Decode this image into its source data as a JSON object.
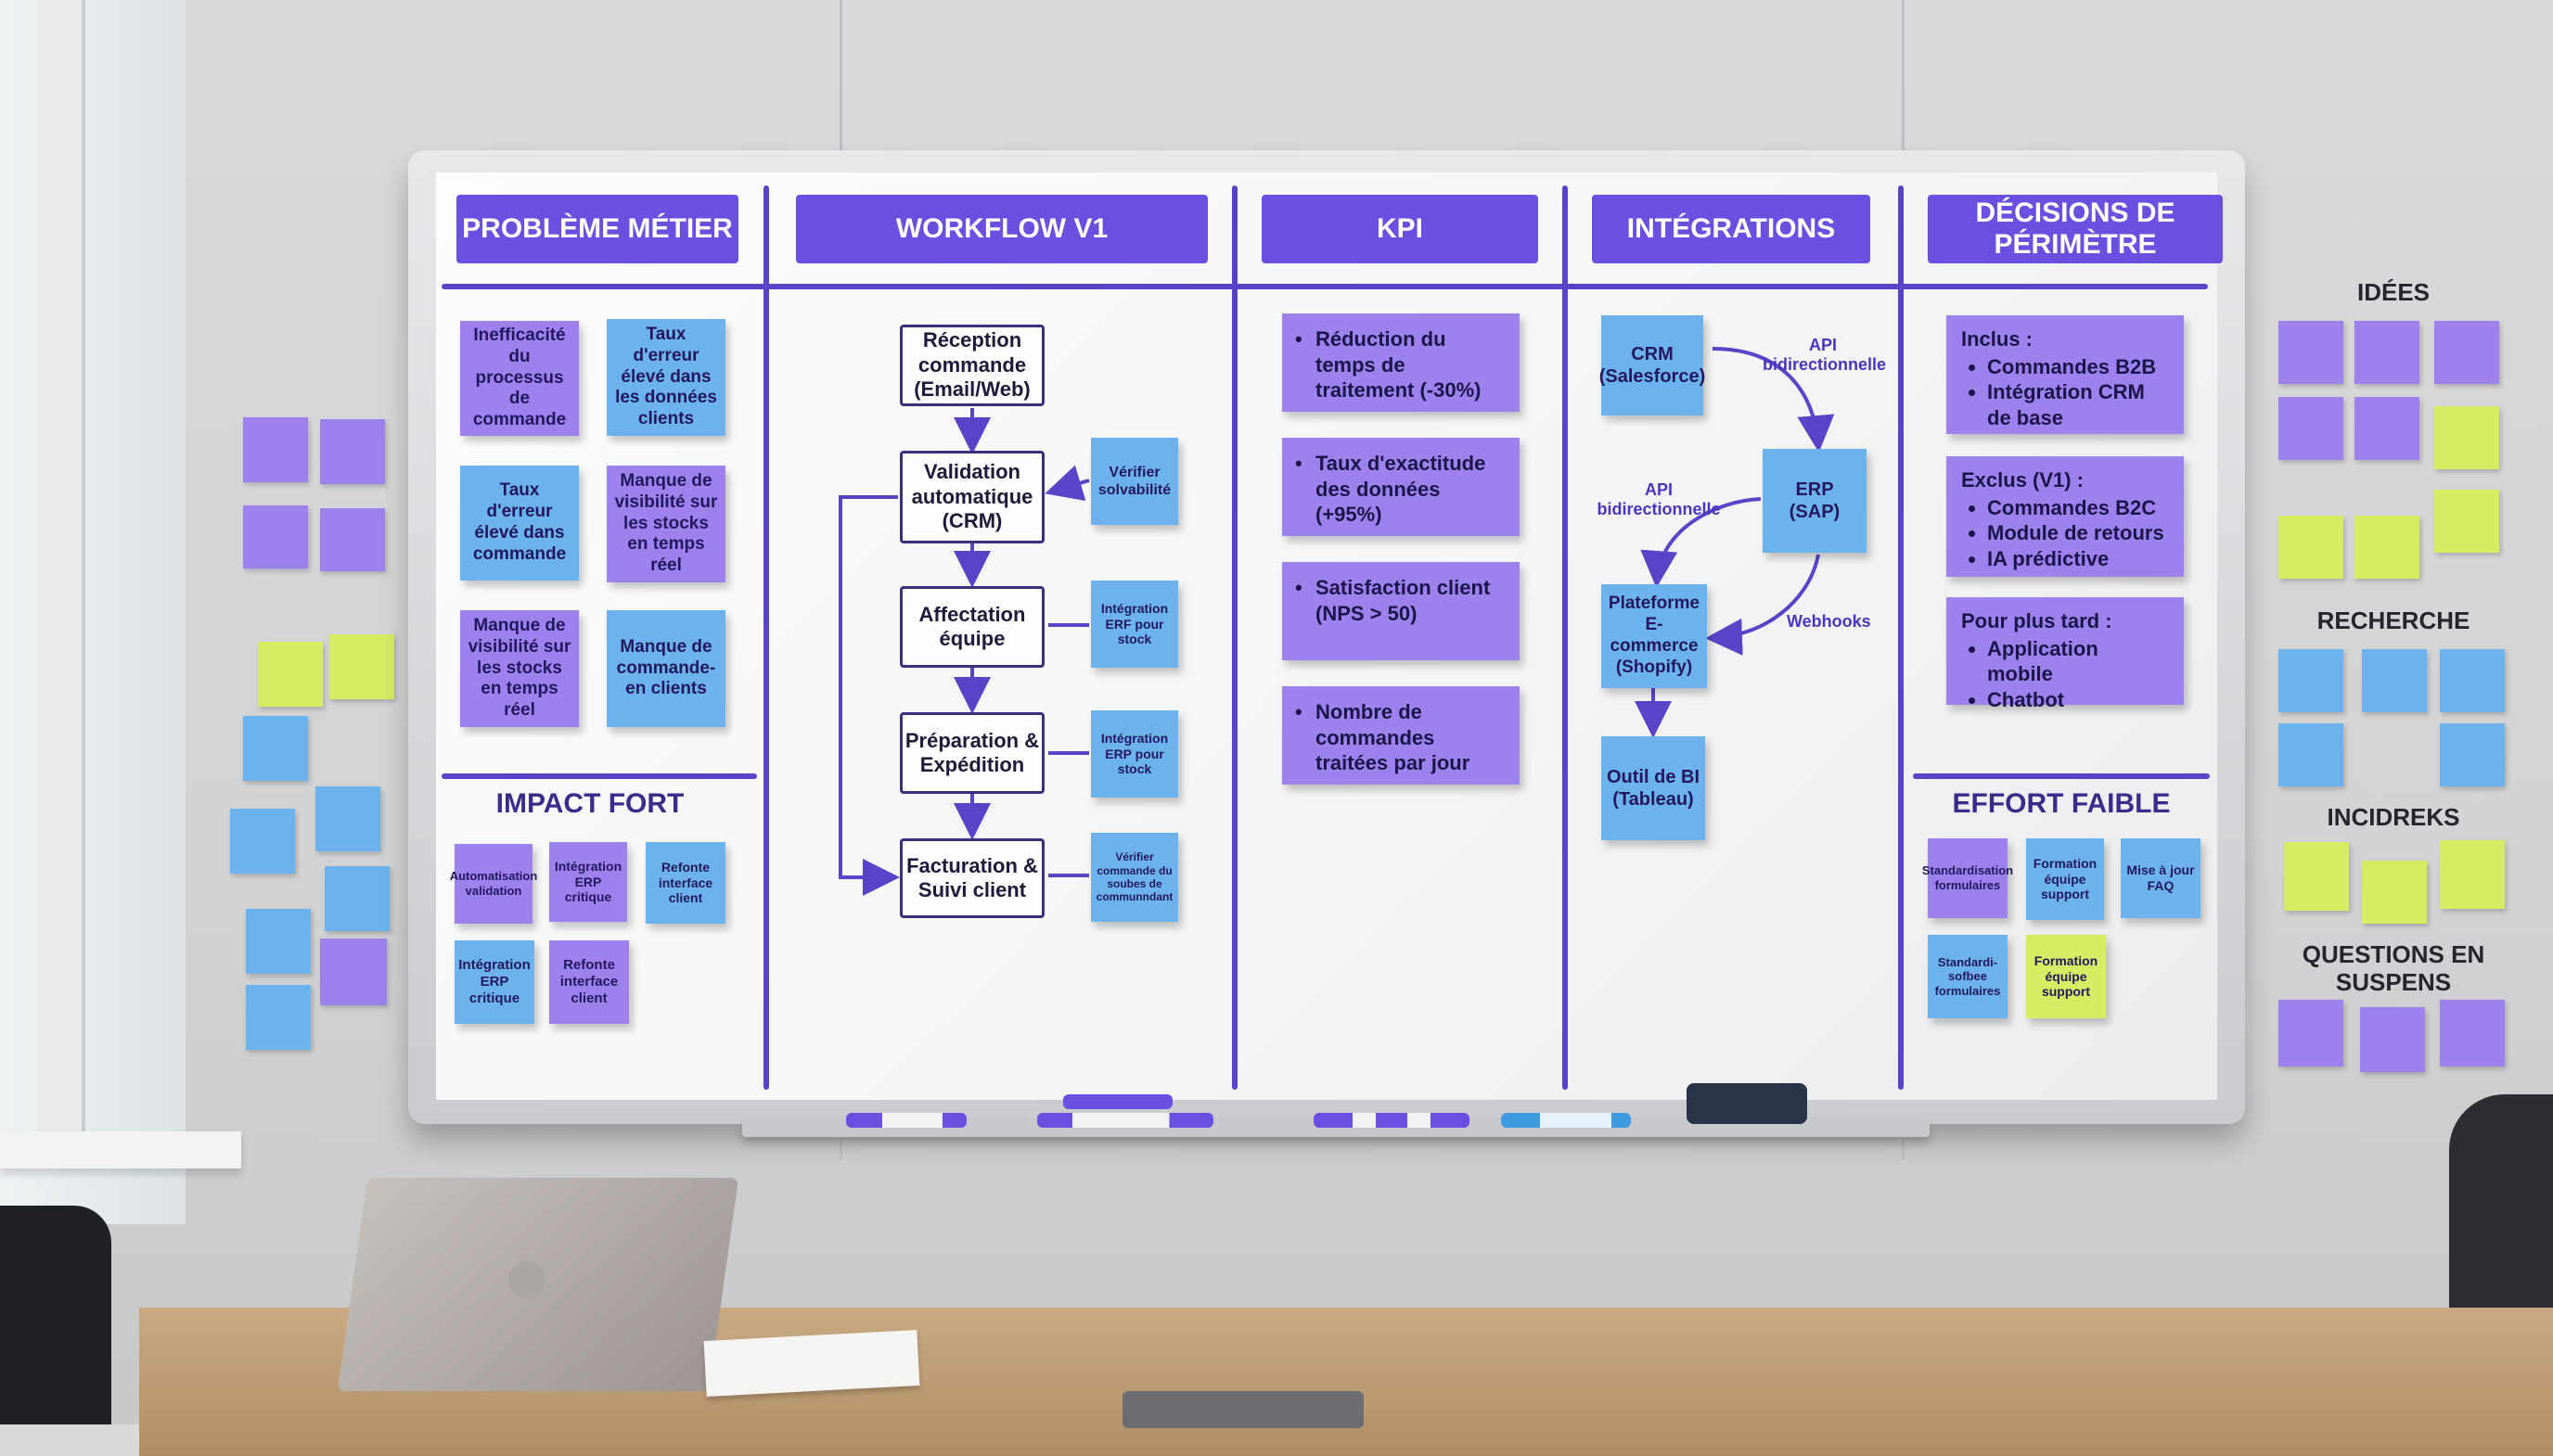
{
  "columns": {
    "probleme": "PROBLÈME MÉTIER",
    "workflow": "WORKFLOW V1",
    "kpi": "KPI",
    "integrations": "INTÉGRATIONS",
    "decisions": "DÉCISIONS DE PÉRIMÈTRE"
  },
  "probleme_notes": [
    "Inefficacité du processus de commande",
    "Taux d'erreur élevé dans les données clients",
    "Taux d'erreur élevé dans commande",
    "Manque de visibilité sur les stocks en temps réel",
    "Manque de visibilité sur les stocks en temps réel",
    "Manque de commande-en clients"
  ],
  "impact": {
    "title": "IMPACT FORT",
    "notes": [
      "Automatisation validation",
      "Intégration ERP critique",
      "Refonte interface client",
      "Intégration ERP critique",
      "Refonte interface client"
    ]
  },
  "workflow_steps": [
    "Réception commande (Email/Web)",
    "Validation automatique (CRM)",
    "Affectation équipe",
    "Préparation & Expédition",
    "Facturation & Suivi client"
  ],
  "workflow_notes": [
    "Vérifier solvabilité",
    "Intégration ERF pour stock",
    "Intégration ERP pour stock",
    "Vérifier commande du soubes de communndant"
  ],
  "kpis": [
    "Réduction du temps de traitement (-30%)",
    "Taux d'exactitude des données (+95%)",
    "Satisfaction client (NPS > 50)",
    "Nombre de commandes traitées par jour"
  ],
  "integrations": {
    "crm": "CRM (Salesforce)",
    "erp": "ERP (SAP)",
    "ecommerce": "Plateforme E-commerce (Shopify)",
    "bi": "Outil de BI (Tableau)",
    "label_api_1": "API bidirectionnelle",
    "label_api_2": "API bidirectionnelle",
    "label_webhooks": "Webhooks"
  },
  "decisions": {
    "inclus_title": "Inclus :",
    "inclus": [
      "Commandes B2B",
      "Intégration CRM de base"
    ],
    "exclus_title": "Exclus (V1) :",
    "exclus": [
      "Commandes B2C",
      "Module de retours",
      "IA prédictive"
    ],
    "later_title": "Pour plus tard :",
    "later": [
      "Application mobile",
      "Chatbot"
    ]
  },
  "effort": {
    "title": "EFFORT FAIBLE",
    "notes": [
      "Standardisation formulaires",
      "Formation équipe support",
      "Mise à jour FAQ",
      "Standardi-sofbee formulaires",
      "Formation équipe support"
    ]
  },
  "wall_right": {
    "idees": "IDÉES",
    "recherche": "RECHERCHE",
    "incidreks": "INCIDREKS",
    "questions": "QUESTIONS EN SUSPENS"
  },
  "colors": {
    "header": "#6a4fe0",
    "purple_note": "#9d82ee",
    "blue_note": "#6cb3ee",
    "yellow_note": "#d6ec62",
    "line": "#5b43c9"
  }
}
